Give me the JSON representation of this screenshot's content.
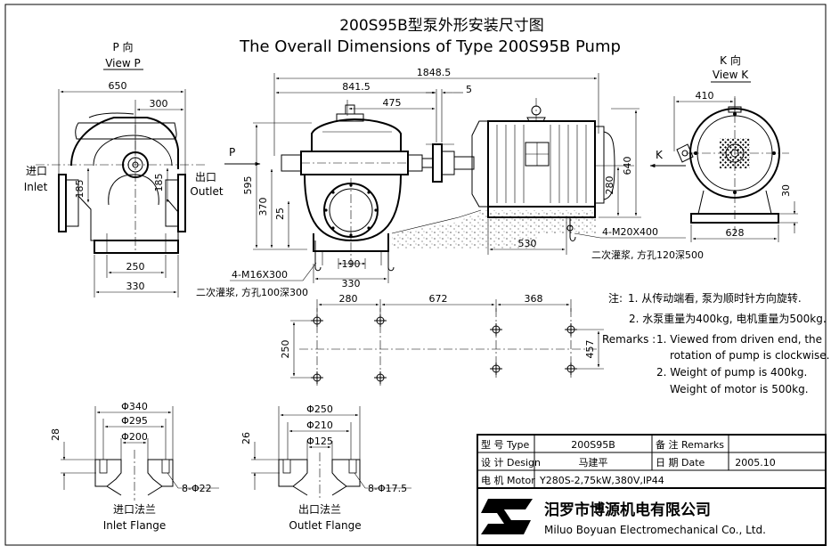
{
  "title": {
    "cn": "200S95B型泵外形安装尺寸图",
    "en": "The Overall Dimensions of Type 200S95B Pump"
  },
  "views": {
    "p_view": {
      "cn": "P 向",
      "en": "View P"
    },
    "k_view": {
      "cn": "K 向",
      "en": "View K"
    },
    "p_arrow": "P",
    "k_arrow": "K",
    "inlet": {
      "cn": "进口",
      "en": "Inlet"
    },
    "outlet": {
      "cn": "出口",
      "en": "Outlet"
    }
  },
  "dimensions": {
    "p_650": "650",
    "p_300": "300",
    "p_185_left": "185",
    "p_185_right": "185",
    "p_250": "250",
    "p_330": "330",
    "s_1848": "1848.5",
    "s_841": "841.5",
    "s_5": "5",
    "s_475": "475",
    "s_595": "595",
    "s_370": "370",
    "s_25": "25",
    "s_190": "190",
    "s_330": "330",
    "s_280": "280",
    "s_640": "640",
    "s_530": "530",
    "k_410": "410",
    "k_628": "628",
    "k_30": "30",
    "b_280": "280",
    "b_672": "672",
    "b_368": "368",
    "b_250": "250",
    "b_457": "457",
    "in_340": "Φ340",
    "in_295": "Φ295",
    "in_200": "Φ200",
    "in_28": "28",
    "in_holes": "8-Φ22",
    "out_250": "Φ250",
    "out_210": "Φ210",
    "out_125": "Φ125",
    "out_26": "26",
    "out_holes": "8-Φ17.5"
  },
  "bolts": {
    "pump": "4-M16X300",
    "pump_grout": "二次灌浆, 方孔100深300",
    "motor": "4-M20X400",
    "motor_grout": "二次灌浆, 方孔120深500"
  },
  "flanges": {
    "inlet_cn": "进口法兰",
    "inlet_en": "Inlet Flange",
    "outlet_cn": "出口法兰",
    "outlet_en": "Outlet Flange"
  },
  "notes": {
    "cn_label": "注:",
    "cn_1": "1. 从传动端看, 泵为顺时针方向旋转.",
    "cn_2": "2. 水泵重量为400kg, 电机重量为500kg.",
    "en_label": "Remarks :",
    "en_1a": "1. Viewed from driven end, the",
    "en_1b": "rotation of pump is  clockwise.",
    "en_2a": "2. Weight of pump is 400kg.",
    "en_2b": "Weight of motor is 500kg."
  },
  "title_block": {
    "type_label": "型 号 Type",
    "type_value": "200S95B",
    "remarks_label": "备 注 Remarks",
    "remarks_value": "",
    "design_label": "设 计 Design",
    "design_value": "马建平",
    "date_label": "日 期 Date",
    "date_value": "2005.10",
    "motor_label": "电 机 Motor",
    "motor_value": "Y280S-2,75kW,380V,IP44",
    "company_cn": "汨罗市博源机电有限公司",
    "company_en": "Miluo Boyuan Electromechanical Co., Ltd."
  }
}
